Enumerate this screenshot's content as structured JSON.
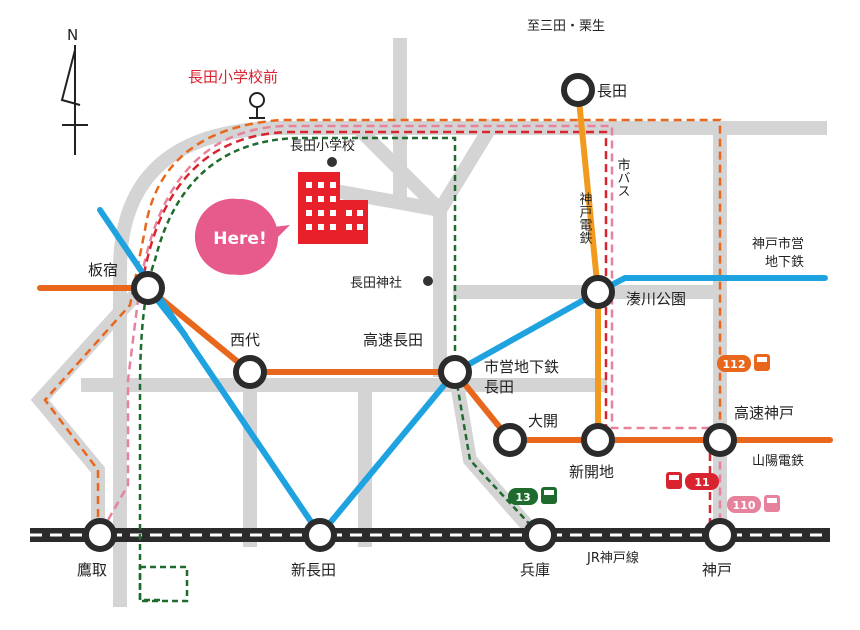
{
  "compass": {
    "letter": "N"
  },
  "colors": {
    "road": "#d4d4d4",
    "jr": "#2b2b2b",
    "kobe_dentetsu": "#f29a1e",
    "sanyo": "#e8671c",
    "subway_blue": "#1ea2e0",
    "bus_red": "#d9232e",
    "bus_pink": "#e7829c",
    "bus_orange": "#e8671c",
    "bus_green": "#1f6b2e",
    "here": "#e75a8c"
  },
  "labels": {
    "to_sanda": "至三田・栗生",
    "bus_stop": "長田小学校前",
    "school": "長田小学校",
    "here": "Here!",
    "shrine": "長田神社",
    "city_bus": "市バス",
    "kobe_dentetsu": "神戸電鉄",
    "kobe_subway": "神戸市営地下鉄",
    "sanyo": "山陽電鉄",
    "jr_line": "JR神戸線"
  },
  "stations": {
    "nagata": "長田",
    "itayado": "板宿",
    "nishidai": "西代",
    "kosoku_nagata": "高速長田",
    "subway_nagata_1": "市営地下鉄",
    "subway_nagata_2": "長田",
    "minatogawa": "湊川公園",
    "ookai": "大開",
    "shinkaichi": "新開地",
    "kosoku_kobe": "高速神戸",
    "takatori": "鷹取",
    "shin_nagata": "新長田",
    "hyogo": "兵庫",
    "kobe": "神戸"
  },
  "bus_badges": {
    "b112": "112",
    "b11": "11",
    "b13": "13",
    "b110": "110"
  }
}
